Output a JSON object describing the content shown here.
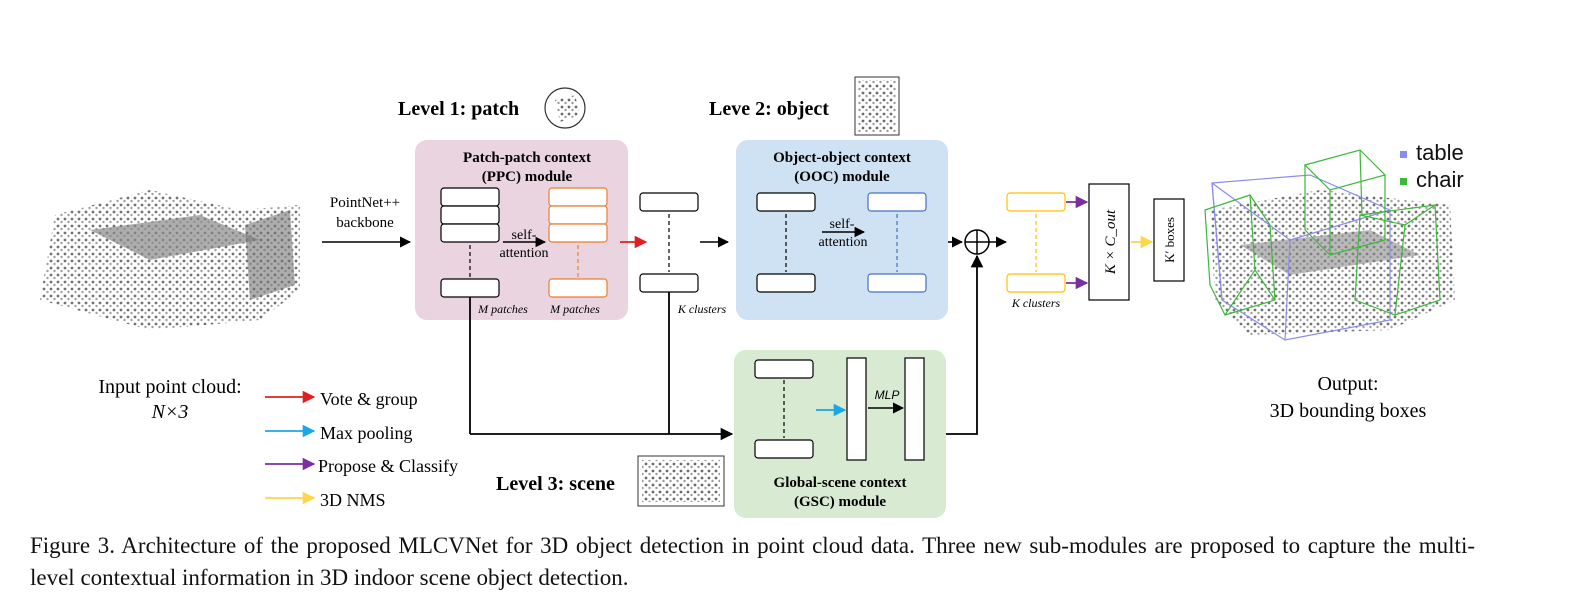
{
  "levels": {
    "patch": "Level 1: patch",
    "object": "Leve 2: object",
    "scene": "Level 3: scene"
  },
  "backbone": {
    "line1": "PointNet++",
    "line2": "backbone"
  },
  "ppc": {
    "title1": "Patch-patch context",
    "title2": "(PPC) module",
    "self1": "self-",
    "self2": "attention",
    "patches_left": "M patches",
    "patches_right": "M patches"
  },
  "clusters_mid": "K clusters",
  "ooc": {
    "title1": "Object-object context",
    "title2": "(OOC) module",
    "self1": "self-",
    "self2": "attention"
  },
  "gsc": {
    "title1": "Global-scene context",
    "title2": "(GSC) module",
    "mlp": "MLP"
  },
  "clusters_right": "K clusters",
  "kcout": "K × C_out",
  "kprime": "K′ boxes",
  "input": {
    "line1": "Input point cloud:",
    "line2": "N×3"
  },
  "output": {
    "line1": "Output:",
    "line2": "3D bounding boxes"
  },
  "legend_arrows": [
    {
      "label": "Vote & group",
      "color": "#e02020"
    },
    {
      "label": "Max pooling",
      "color": "#1aa6e8"
    },
    {
      "label": "Propose & Classify",
      "color": "#7a2ea0"
    },
    {
      "label": "3D NMS",
      "color": "#ffd54a"
    }
  ],
  "class_legend": [
    {
      "label": "table",
      "color": "#8a8cf0"
    },
    {
      "label": "chair",
      "color": "#3cb838"
    }
  ],
  "colors": {
    "ppc_bg": "#ead4df",
    "ooc_bg": "#cfe2f3",
    "gsc_bg": "#d9ead3",
    "orange": "#ed7d31",
    "blue": "#4472c4",
    "yellow": "#ffc000"
  },
  "caption": "Figure 3. Architecture of the proposed MLCVNet for 3D object detection in point cloud data. Three new sub-modules are proposed to capture the multi-level contextual information in 3D indoor scene object detection."
}
